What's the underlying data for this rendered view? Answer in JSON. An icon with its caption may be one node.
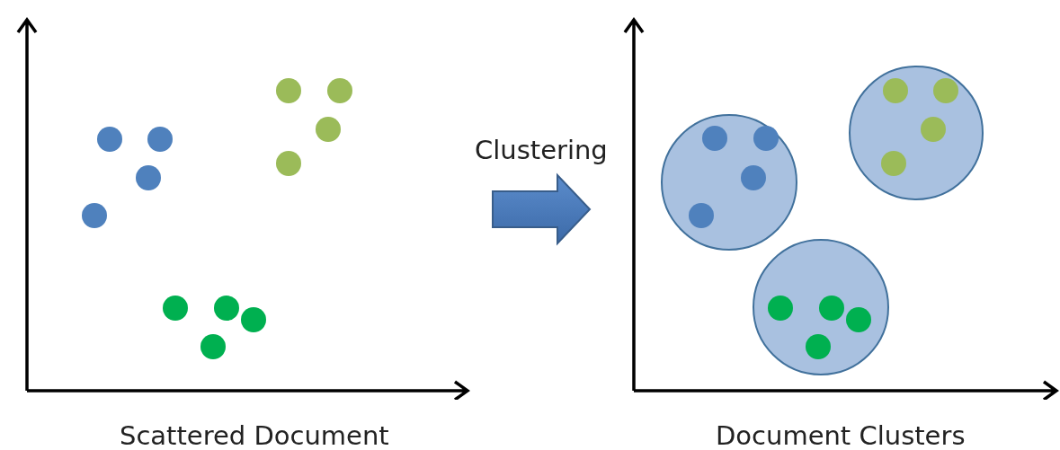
{
  "diagram": {
    "nodes": [
      {
        "text": [
          "Scattered Document"
        ]
      },
      {
        "text": [
          "Document Clusters"
        ]
      }
    ],
    "edges": [
      {
        "from": 0,
        "to": 1,
        "arrow": "to",
        "label": "Clustering"
      }
    ]
  }
}
